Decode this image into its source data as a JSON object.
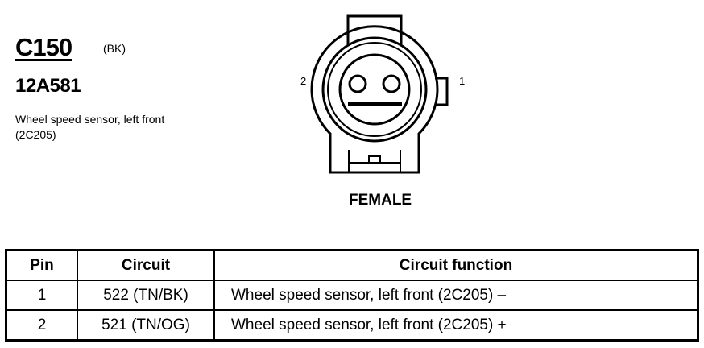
{
  "connector": {
    "id": "C150",
    "color_code": "(BK)",
    "part_number": "12A581",
    "description": "Wheel speed sensor, left front (2C205)"
  },
  "diagram": {
    "pin_labels": {
      "left": "2",
      "right": "1"
    },
    "gender": "FEMALE"
  },
  "table": {
    "headers": {
      "pin": "Pin",
      "circuit": "Circuit",
      "function": "Circuit function"
    },
    "rows": [
      {
        "pin": "1",
        "circuit": "522 (TN/BK)",
        "function": "Wheel speed sensor, left front (2C205) –"
      },
      {
        "pin": "2",
        "circuit": "521 (TN/OG)",
        "function": "Wheel speed sensor, left front (2C205) +"
      }
    ]
  }
}
